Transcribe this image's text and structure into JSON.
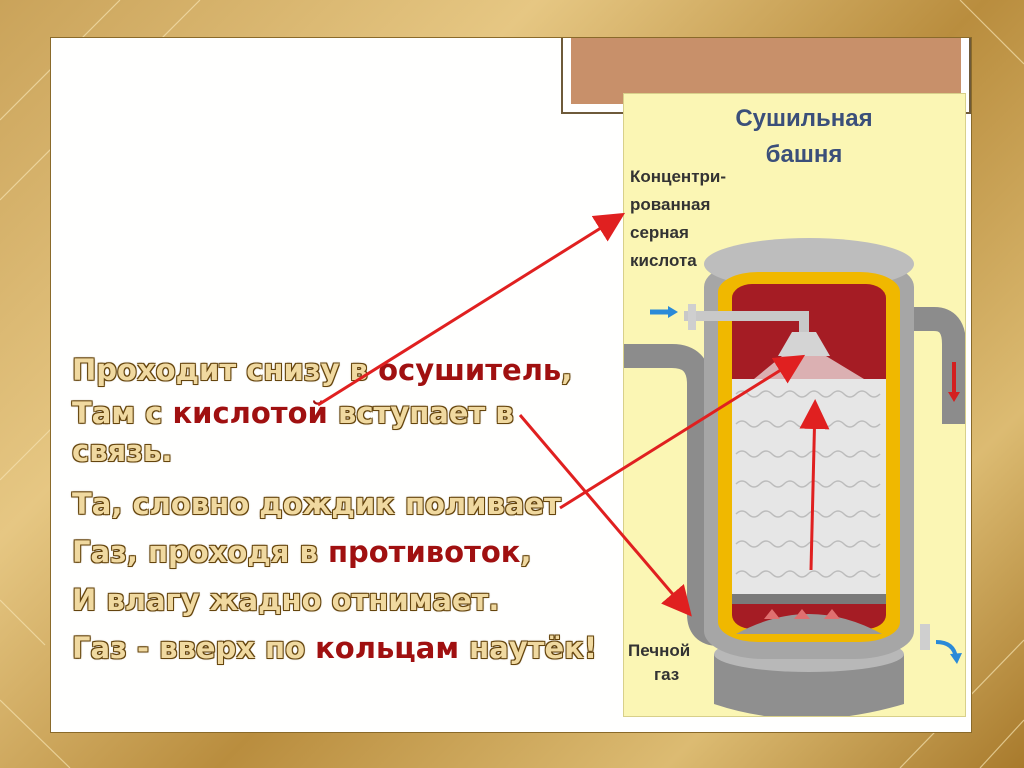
{
  "poem": {
    "lines": [
      {
        "pre": "Проходит снизу в ",
        "hl": "осушитель",
        "post": ","
      },
      {
        "pre": "Там с ",
        "hl": "кислотой",
        "post": " вступает в"
      },
      {
        "pre": "связь.",
        "hl": "",
        "post": ""
      },
      {
        "pre": "Та, словно дождик поливает",
        "hl": "",
        "post": ""
      },
      {
        "pre": "Газ, проходя в ",
        "hl": "противоток",
        "post": ","
      },
      {
        "pre": "И влагу жадно отнимает.",
        "hl": "",
        "post": ""
      },
      {
        "pre": "Газ - вверх по ",
        "hl": "кольцам",
        "post": " наутёк!"
      }
    ]
  },
  "figure": {
    "title_line1": "Сушильная",
    "title_line2": "башня",
    "acid_label": [
      "Концентри-",
      "рованная",
      "серная",
      "кислота"
    ],
    "gas_label": [
      "Печной",
      "газ"
    ]
  },
  "colors": {
    "highlight": "#a01010",
    "arrow": "#e02020",
    "shell": "#9c9c9c",
    "insulation": "#f0b800",
    "liquid": "#a51c24",
    "figure_bg": "#fbf6b4",
    "title_bar": "#c8906a"
  }
}
